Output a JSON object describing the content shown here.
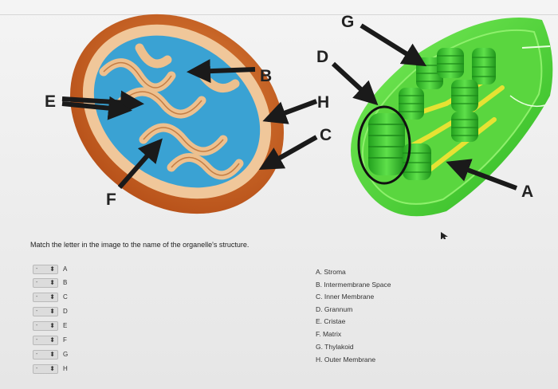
{
  "diagram_labels": {
    "A": "A",
    "B": "B",
    "C": "C",
    "D": "D",
    "E": "E",
    "F": "F",
    "G": "G",
    "H": "H"
  },
  "instruction": "Match the letter in the image to the name of the organelle's structure.",
  "match_rows": [
    {
      "letter": "A",
      "selected": "-"
    },
    {
      "letter": "B",
      "selected": "-"
    },
    {
      "letter": "C",
      "selected": "-"
    },
    {
      "letter": "D",
      "selected": "-"
    },
    {
      "letter": "E",
      "selected": "-"
    },
    {
      "letter": "F",
      "selected": "-"
    },
    {
      "letter": "G",
      "selected": "-"
    },
    {
      "letter": "H",
      "selected": "-"
    }
  ],
  "options": [
    "A. Stroma",
    "B. Intermembrane Space",
    "C. Inner Membrane",
    "D. Grannum",
    "E. Cristae",
    "F. Matrix",
    "G. Thylakoid",
    "H. Outer Membrane"
  ],
  "colors": {
    "mito_outer": "#c9601f",
    "mito_inner": "#e9b98a",
    "mito_matrix": "#3a9fd0",
    "chloro_outer": "#57d63c",
    "chloro_inner": "#3cc62a",
    "granum": "#2fb52a",
    "lamellae": "#e8e430"
  },
  "icons": {
    "select_arrow": "updown-arrow-icon",
    "cursor": "mouse-pointer-icon"
  }
}
